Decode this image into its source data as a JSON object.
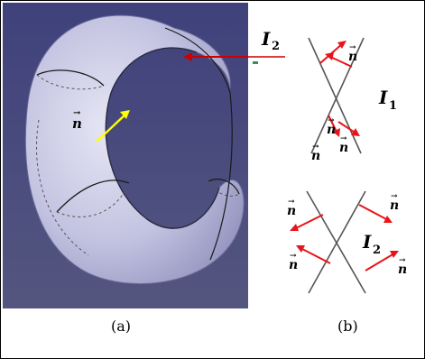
{
  "panel_a": {
    "caption": "(a)",
    "normal_label": "n",
    "intersection_label": "I",
    "intersection_subscript": "2"
  },
  "panel_b": {
    "caption": "(b)",
    "top_cross": {
      "label": "I",
      "subscript": "1",
      "normal_labels": [
        "n",
        "n",
        "n",
        "n"
      ]
    },
    "bottom_cross": {
      "label": "I",
      "subscript": "2",
      "normal_labels": [
        "n",
        "n",
        "n",
        "n"
      ]
    }
  },
  "colors": {
    "background_3d": "#3d3f76",
    "surface": "#c9c9e6",
    "curve": "#1a1a1a",
    "normal_arrow_a": "#ffff00",
    "intersection_arrow": "#cc0000",
    "normal_arrow_b": "#e8141a"
  }
}
